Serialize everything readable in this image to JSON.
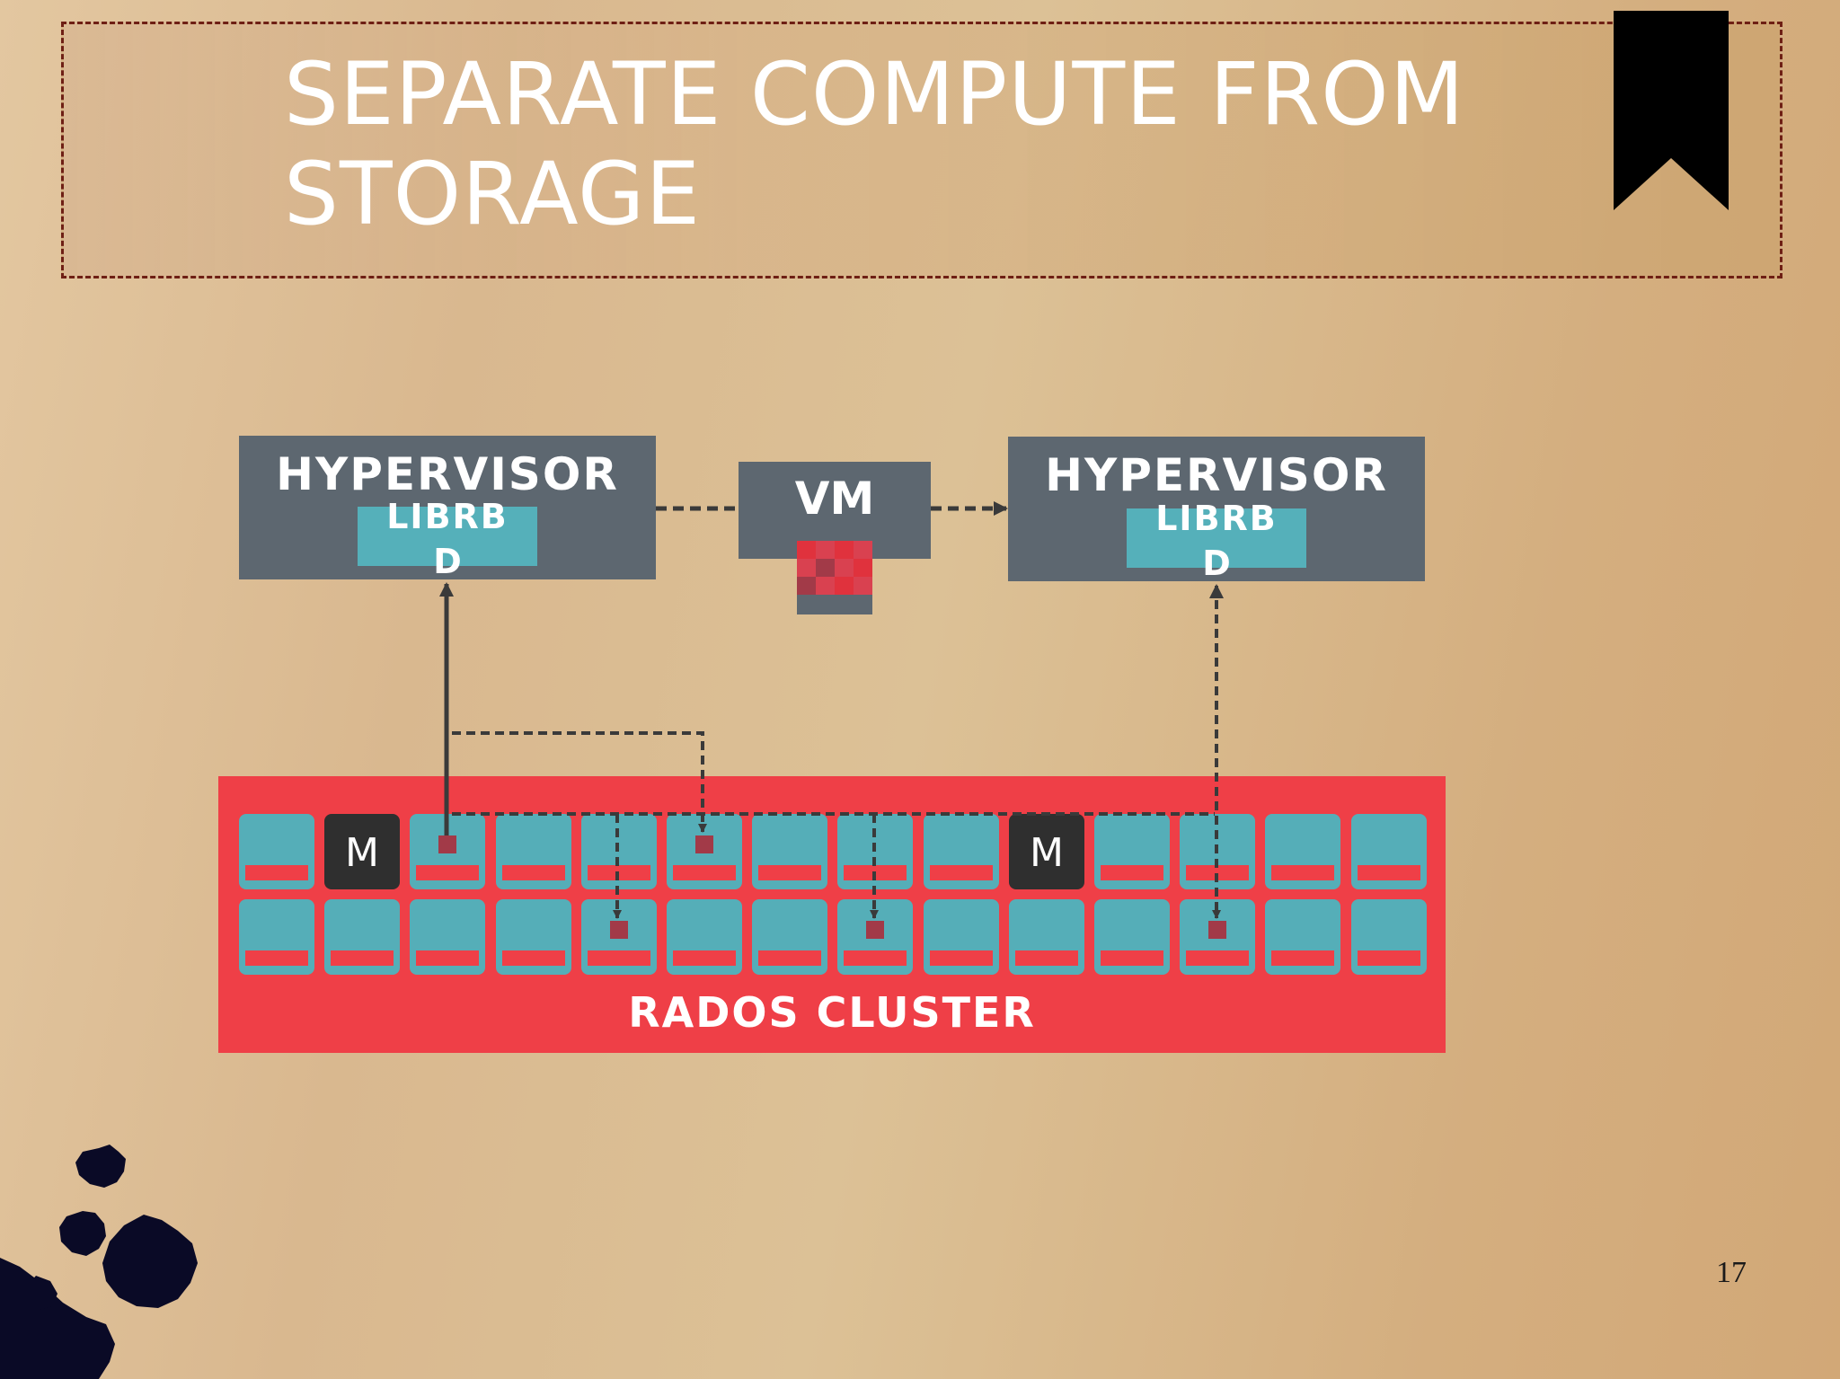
{
  "slide": {
    "title": "SEPARATE COMPUTE FROM\nSTORAGE",
    "page_number": "17"
  },
  "diagram": {
    "hypervisor_left": {
      "label": "HYPERVISOR",
      "lib_line1": "LIBRB",
      "lib_line2": "D"
    },
    "vm": {
      "label": "VM"
    },
    "hypervisor_right": {
      "label": "HYPERVISOR",
      "lib_line1": "LIBRB",
      "lib_line2": "D"
    },
    "cluster": {
      "label": "RADOS CLUSTER",
      "monitor_label": "M",
      "monitor_positions": [
        [
          0,
          1
        ],
        [
          0,
          9
        ]
      ],
      "columns": 14,
      "rows": 2
    }
  },
  "colors": {
    "hypervisor": "#5d6770",
    "librbd": "#55b0ba",
    "cluster": "#ef3f47",
    "osd": "#55aeb8",
    "osd_bar": "#ef3f47",
    "monitor": "#2f2f2f",
    "object": "#a23a48",
    "connector": "#3a3a3a",
    "title_text": "#ffffff"
  }
}
